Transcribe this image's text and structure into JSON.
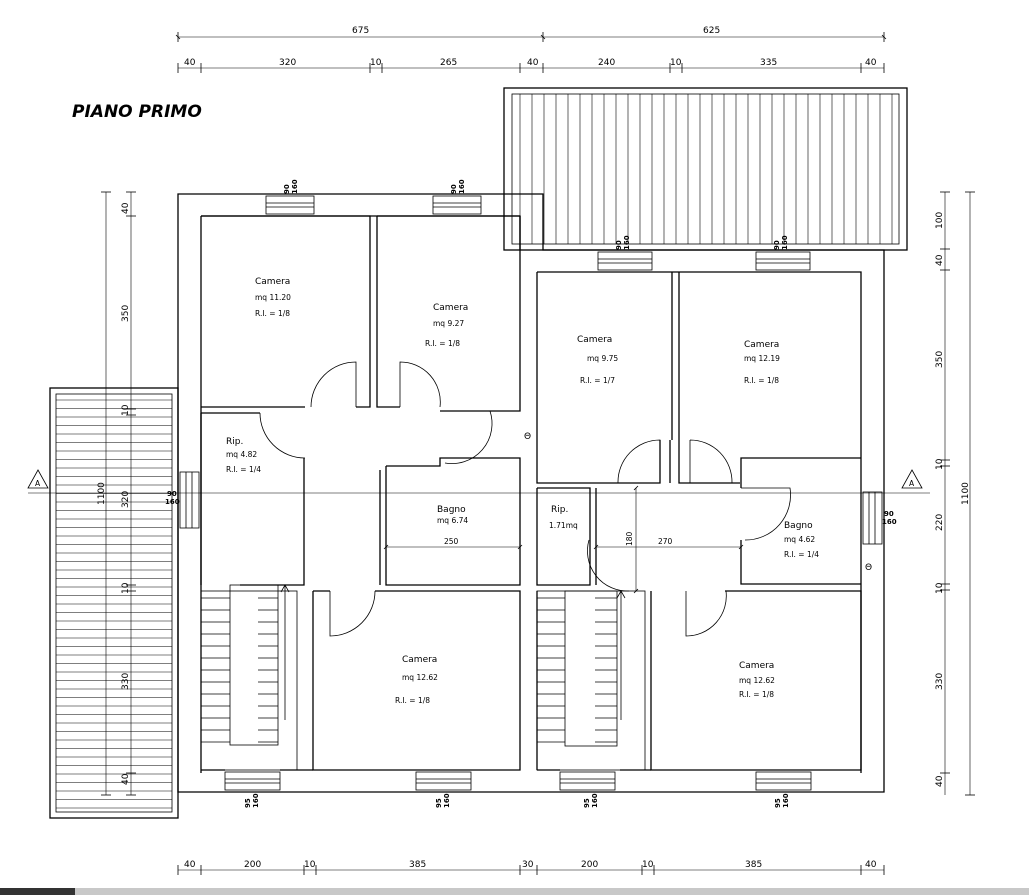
{
  "title": "PIANO PRIMO",
  "dimensions": {
    "top_totals": [
      "675",
      "625"
    ],
    "top_segments": [
      "40",
      "320",
      "10",
      "265",
      "40",
      "240",
      "10",
      "335",
      "40"
    ],
    "bottom_segments": [
      "40",
      "200",
      "10",
      "385",
      "30",
      "200",
      "10",
      "385",
      "40"
    ],
    "left_segments": [
      "40",
      "350",
      "10",
      "320",
      "10",
      "330",
      "40"
    ],
    "left_total": "1100",
    "right_segments": [
      "100",
      "40",
      "350",
      "10",
      "220",
      "10",
      "330",
      "40"
    ],
    "right_total": "1100",
    "bagno_width": "250",
    "corridor_width": "270",
    "corridor_depth": "180"
  },
  "rooms": [
    {
      "name": "Camera",
      "area": "mq 11.20",
      "ratio": "R.I. = 1/8"
    },
    {
      "name": "Camera",
      "area": "mq 9.27",
      "ratio": "R.I. = 1/8"
    },
    {
      "name": "Camera",
      "area": "mq 9.75",
      "ratio": "R.I. = 1/7"
    },
    {
      "name": "Camera",
      "area": "mq 12.19",
      "ratio": "R.I. = 1/8"
    },
    {
      "name": "Rip.",
      "area": "mq 4.82",
      "ratio": "R.I. = 1/4"
    },
    {
      "name": "Bagno",
      "area": "mq 6.74",
      "ratio": ""
    },
    {
      "name": "Rip.",
      "area": "1.71mq",
      "ratio": ""
    },
    {
      "name": "Bagno",
      "area": "mq 4.62",
      "ratio": "R.I. = 1/4"
    },
    {
      "name": "Camera",
      "area": "mq 12.62",
      "ratio": "R.I. = 1/8"
    },
    {
      "name": "Camera",
      "area": "mq 12.62",
      "ratio": "R.I. = 1/8"
    }
  ],
  "windows": {
    "top": [
      "90",
      "160"
    ],
    "side": [
      "90",
      "160"
    ],
    "bottom": [
      "95",
      "160"
    ]
  },
  "section_marker": "A",
  "theta_symbol": "Θ"
}
